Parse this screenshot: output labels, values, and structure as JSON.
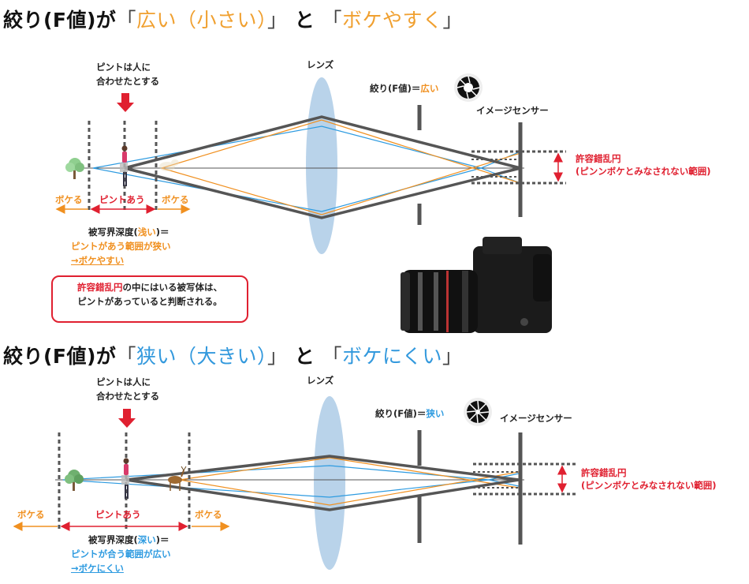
{
  "top": {
    "title_prefix": "絞り(F値)が",
    "title_open1": "「",
    "title_highlight1": "広い（小さい）",
    "title_close1": "」",
    "title_connector": "と",
    "title_open2": "「",
    "title_highlight2": "ボケやすく",
    "title_close2": "」",
    "focus_note_line1": "ピントは人に",
    "focus_note_line2": "合わせたとする",
    "lens_label": "レンズ",
    "aperture_prefix": "絞り(F値)＝",
    "aperture_value": "広い",
    "sensor_label": "イメージセンサー",
    "coc_label": "許容錯乱円",
    "coc_sub": "(ピンンボケとみなされない範囲)",
    "bokeh_left": "ボケる",
    "focus_range": "ピントあう",
    "bokeh_right": "ボケる",
    "dof_line1_prefix": "被写界深度(",
    "dof_line1_value": "浅い",
    "dof_line1_suffix": ")＝",
    "dof_line2": "ピントがあう範囲が狭い",
    "dof_line3": "→ボケやすい",
    "box_line1_red": "許容錯乱円",
    "box_line1_rest": "の中にはいる被写体は、",
    "box_line2": "ピントがあっていると判断される。"
  },
  "bottom": {
    "title_prefix": "絞り(F値)が",
    "title_open1": "「",
    "title_highlight1": "狭い（大きい）",
    "title_close1": "」",
    "title_connector": "と",
    "title_open2": "「",
    "title_highlight2": "ボケにくい",
    "title_close2": "」",
    "focus_note_line1": "ピントは人に",
    "focus_note_line2": "合わせたとする",
    "lens_label": "レンズ",
    "aperture_prefix": "絞り(F値)＝",
    "aperture_value": "狭い",
    "sensor_label": "イメージセンサー",
    "coc_label": "許容錯乱円",
    "coc_sub": "(ピンンボケとみなされない範囲)",
    "bokeh_left": "ボケる",
    "focus_range": "ピントあう",
    "bokeh_right": "ボケる",
    "dof_line1_prefix": "被写界深度(",
    "dof_line1_value": "深い",
    "dof_line1_suffix": ")＝",
    "dof_line2": "ピントが合う範囲が広い",
    "dof_line3": "→ボケにくい"
  },
  "colors": {
    "orange": "#f0a030",
    "blue": "#3399dd",
    "red": "#e02030",
    "gray": "#555555",
    "lens": "#b9d3ea"
  }
}
